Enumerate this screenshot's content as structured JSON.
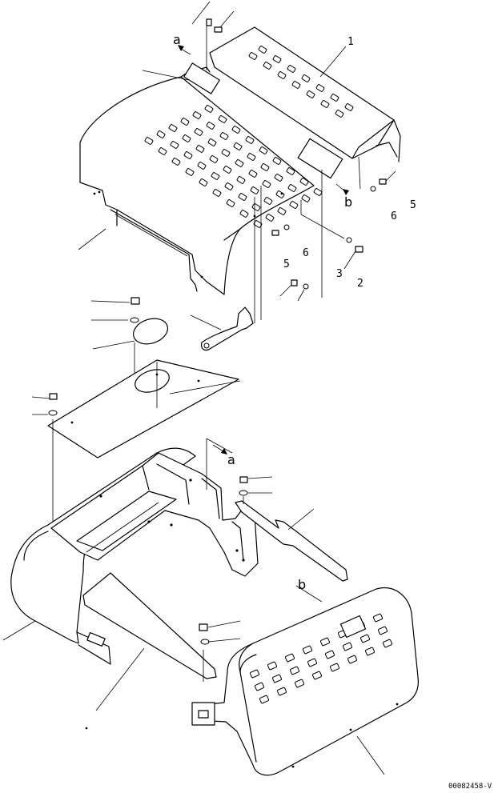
{
  "figure_code": "00082458-V",
  "view_markers": {
    "top_a": "a",
    "top_b": "b",
    "bottom_a": "a",
    "bottom_b": "b"
  },
  "callouts": {
    "c1": "1",
    "c2": "2",
    "c3": "3",
    "c5a": "5",
    "c6a": "6",
    "c5b": "5",
    "c6b": "6"
  }
}
